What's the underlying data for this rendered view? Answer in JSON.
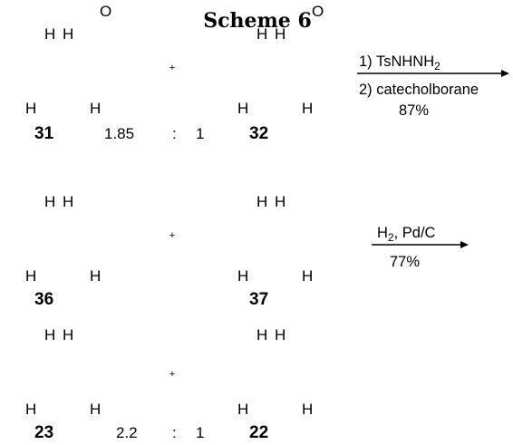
{
  "title": "Scheme 6",
  "compounds": [
    {
      "label": "31"
    },
    {
      "label": "32"
    },
    {
      "label": "36"
    },
    {
      "label": "37"
    },
    {
      "label": "23"
    },
    {
      "label": "22"
    }
  ],
  "atom_labels": {
    "H": "H",
    "O": "O"
  },
  "plus": "+",
  "ratio_row1": {
    "left": "1.85",
    "colon": ":",
    "right": "1"
  },
  "ratio_row3": {
    "left": "2.2",
    "colon": ":",
    "right": "1"
  },
  "arrow1": {
    "step1": "1) TsNHNH",
    "step1_sub": "2",
    "step2": "2) catecholborane",
    "yield": "87%"
  },
  "arrow2": {
    "reagent": "H",
    "reagent_sub": "2",
    "reagent_rest": ", Pd/C",
    "yield": "77%"
  }
}
